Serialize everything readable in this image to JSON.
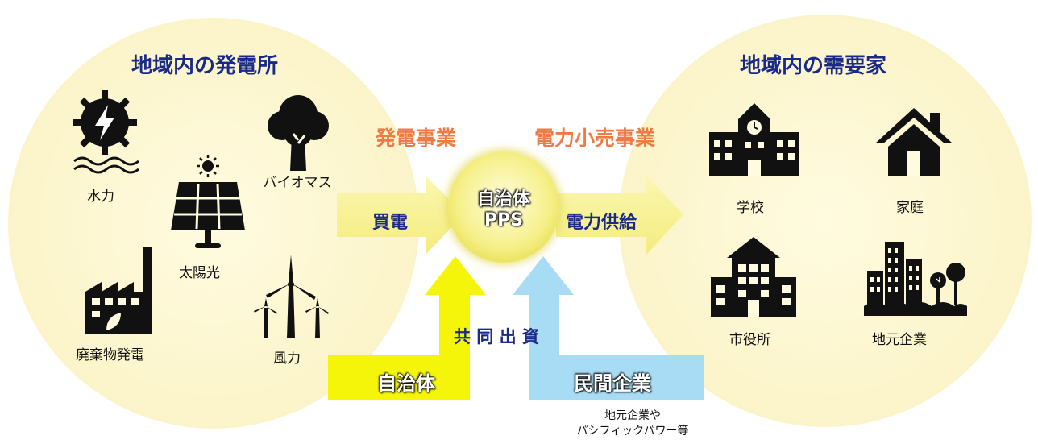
{
  "left_group": {
    "title": "地域内の発電所",
    "items": [
      "水力",
      "太陽光",
      "バイオマス",
      "廃棄物発電",
      "風力"
    ]
  },
  "right_group": {
    "title": "地域内の需要家",
    "items": [
      "学校",
      "家庭",
      "市役所",
      "地元企業"
    ]
  },
  "business_left": "発電事業",
  "business_right": "電力小売事業",
  "center": {
    "line1": "自治体",
    "line2": "PPS"
  },
  "arrow_buy": "買電",
  "arrow_supply": "電力供給",
  "joint_investment": "共 同 出 資",
  "investor_left": "自治体",
  "investor_right": "民間企業",
  "investor_right_note": [
    "地元企業や",
    "パシフィックパワー等"
  ],
  "icons": [
    "hydro-icon",
    "solar-panel-icon",
    "tree-icon",
    "factory-icon",
    "wind-turbine-icon",
    "school-icon",
    "house-icon",
    "city-hall-icon",
    "office-buildings-icon"
  ],
  "colors": {
    "title": "#1a2a88",
    "business": "#f07a45",
    "circle": "#fdf6cc",
    "yellow_arrow": "#f5f50a",
    "blue_arrow": "#a8dcf4"
  }
}
